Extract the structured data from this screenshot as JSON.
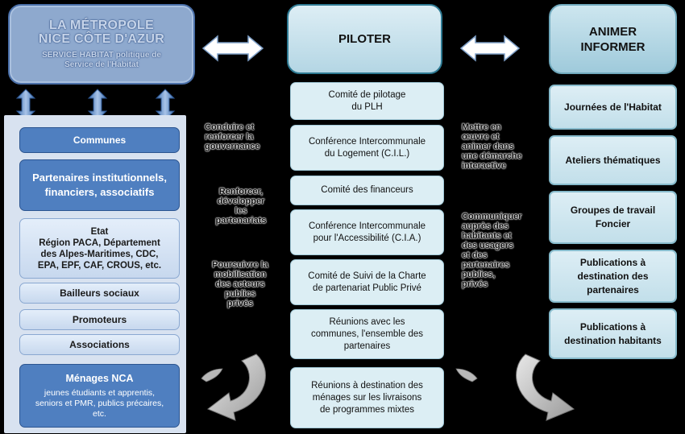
{
  "headers": {
    "metropole_title_1": "LA MÉTROPOLE",
    "metropole_title_2": "NICE CÔTE D'AZUR",
    "metropole_sub_1": "SERVICE HABITAT politique de",
    "metropole_sub_2": "Service de l'Habitat",
    "piloter": "PILOTER",
    "animer": "ANIMER",
    "informer": "INFORMER"
  },
  "left": {
    "communes": "Communes",
    "partenaires_1": "Partenaires institutionnels,",
    "partenaires_2": "financiers, associatifs",
    "etat_1": "Etat",
    "etat_2": "Région PACA, Département",
    "etat_3": "des Alpes-Maritimes, CDC,",
    "etat_4": "EPA, EPF, CAF, CROUS, etc.",
    "bailleurs": "Bailleurs sociaux",
    "promoteurs": "Promoteurs",
    "associations": "Associations",
    "menages_title": "Ménages NCA",
    "menages_1": "jeunes étudiants et apprentis,",
    "menages_2": "seniors et PMR, publics précaires,",
    "menages_3": "etc."
  },
  "left_texts": {
    "t1": [
      "Conduire et",
      "renforcer la",
      "gouvernance"
    ],
    "t2": [
      "Renforcer,",
      "développer",
      "les",
      "partenariats"
    ],
    "t3": [
      "Poursuivre la",
      "mobilisation",
      "des acteurs",
      "publics",
      "privés"
    ]
  },
  "middle": {
    "m1": [
      "Comité de pilotage",
      "du PLH"
    ],
    "m2": [
      "Conférence Intercommunale",
      "du Logement (C.I.L.)"
    ],
    "m3": [
      "Comité des financeurs"
    ],
    "m4": [
      "Conférence Intercommunale",
      "pour l'Accessibilité (C.I.A.)"
    ],
    "m5": [
      "Comité de Suivi de la Charte",
      "de partenariat Public Privé"
    ],
    "m6": [
      "Réunions avec les",
      "communes, l'ensemble des",
      "partenaires"
    ],
    "m7": [
      "Réunions à destination des",
      "ménages sur les livraisons",
      "de programmes mixtes"
    ]
  },
  "right_texts": {
    "t1": [
      "Mettre en",
      "œuvre et",
      "animer dans",
      "une démarche",
      "interactive"
    ],
    "t2": [
      "Communiquer",
      "auprès des",
      "habitants et",
      "des usagers",
      "et des",
      "partenaires",
      "publics,",
      "privés"
    ]
  },
  "right": {
    "r1": [
      "Journées de l'Habitat"
    ],
    "r2": [
      "Ateliers thématiques"
    ],
    "r3": [
      "Groupes de travail",
      "Foncier"
    ],
    "r4": [
      "Publications à",
      "destination des",
      "partenaires"
    ],
    "r5": [
      "Publications à",
      "destination habitants"
    ]
  },
  "colors": {
    "background": "#000000",
    "panel": "#D8E2F0",
    "dark_box": "#4F7FC0",
    "light_box": "#E4EEFA",
    "middle_box": "#DCEEF4",
    "right_box": "#C2DFEA",
    "arrow": "#FFFFFF"
  }
}
